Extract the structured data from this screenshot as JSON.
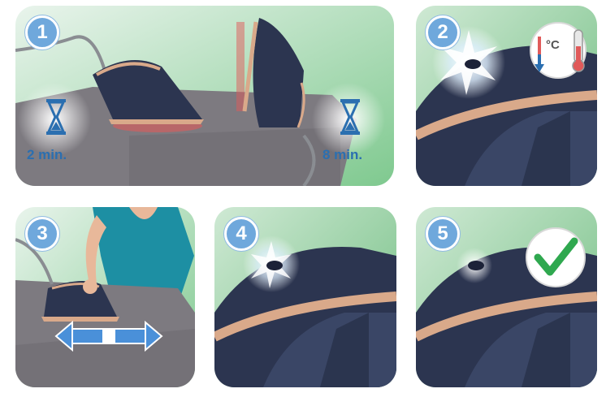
{
  "steps": [
    {
      "number": "1",
      "timer_left": "2 min.",
      "timer_right": "8 min."
    },
    {
      "number": "2",
      "thermo_label": "°C"
    },
    {
      "number": "3"
    },
    {
      "number": "4"
    },
    {
      "number": "5"
    }
  ],
  "colors": {
    "panel_bg_green": "#7fc98f",
    "panel_bg_light": "#e8f3ea",
    "badge_blue": "#6fa8dc",
    "iron_navy": "#2c3550",
    "rose_gold": "#d9a98a",
    "board_grey": "#7d7a80",
    "hot_red": "#e05a5a",
    "check_green": "#2fa84f",
    "arrow_blue": "#4a90d9"
  },
  "icons": [
    "hourglass-icon",
    "thermometer-icon",
    "checkmark-icon",
    "double-arrow-icon"
  ]
}
